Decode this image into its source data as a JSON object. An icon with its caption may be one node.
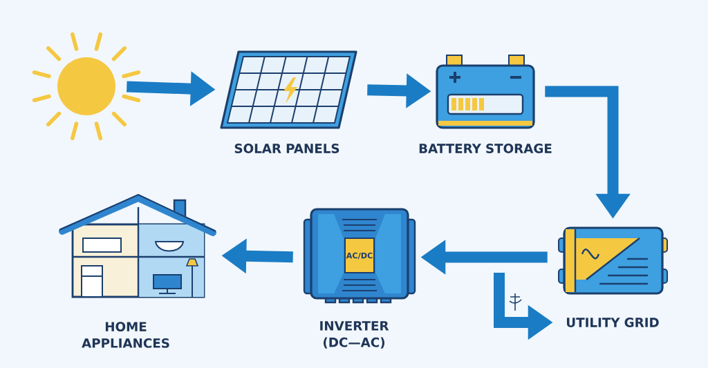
{
  "diagram": {
    "nodes": [
      {
        "text": [],
        "shape": "picture"
      },
      {
        "text": [
          "SOLAR PANELS"
        ]
      },
      {
        "text": [
          "BATTERY STORAGE"
        ]
      },
      {
        "text": [
          "UTILITY GRID"
        ]
      },
      {
        "text": [
          "AC/DC",
          "INVERTER (DC—AC)"
        ]
      },
      {
        "text": [
          "HOME APPLIANCES"
        ]
      }
    ],
    "edges": [
      {
        "from": 0,
        "to": 1,
        "arrow": "to"
      },
      {
        "from": 1,
        "to": 2,
        "arrow": "to"
      },
      {
        "from": 2,
        "to": 3,
        "arrow": "to"
      },
      {
        "from": 3,
        "to": 4,
        "arrow": "to"
      },
      {
        "from": 4,
        "to": 5,
        "arrow": "to"
      },
      {
        "from": null,
        "to": 3,
        "arrow": "to"
      }
    ]
  }
}
